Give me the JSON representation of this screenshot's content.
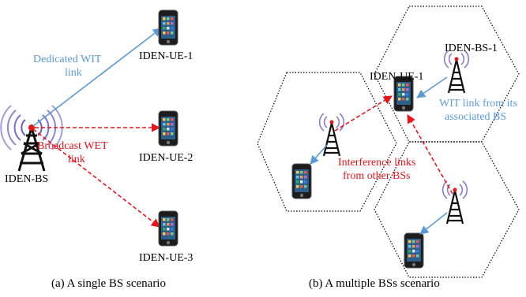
{
  "colors": {
    "wit_link": "#5b9bd5",
    "wet_link": "#e8141c",
    "cell_border": "#000000"
  },
  "panel_a": {
    "base_station": "IDEN-BS",
    "ue1": "IDEN-UE-1",
    "ue2": "IDEN-UE-2",
    "ue3": "IDEN-UE-3",
    "wit_link_line1": "Dedicated WIT",
    "wit_link_line2": "link",
    "wet_link_line1": "Broadcast WET",
    "wet_link_line2": "link",
    "caption": "(a) A single BS scenario"
  },
  "panel_b": {
    "base_station": "IDEN-BS-1",
    "ue": "IDEN-UE-1",
    "wit_link_line1": "WIT link from its",
    "wit_link_line2": "associated BS",
    "interference_line1": "Interference links",
    "interference_line2": "from other BSs",
    "caption": "(b) A multiple BSs scenario"
  },
  "icons": {
    "antenna": "antenna-tower-icon",
    "phone": "smartphone-icon"
  }
}
